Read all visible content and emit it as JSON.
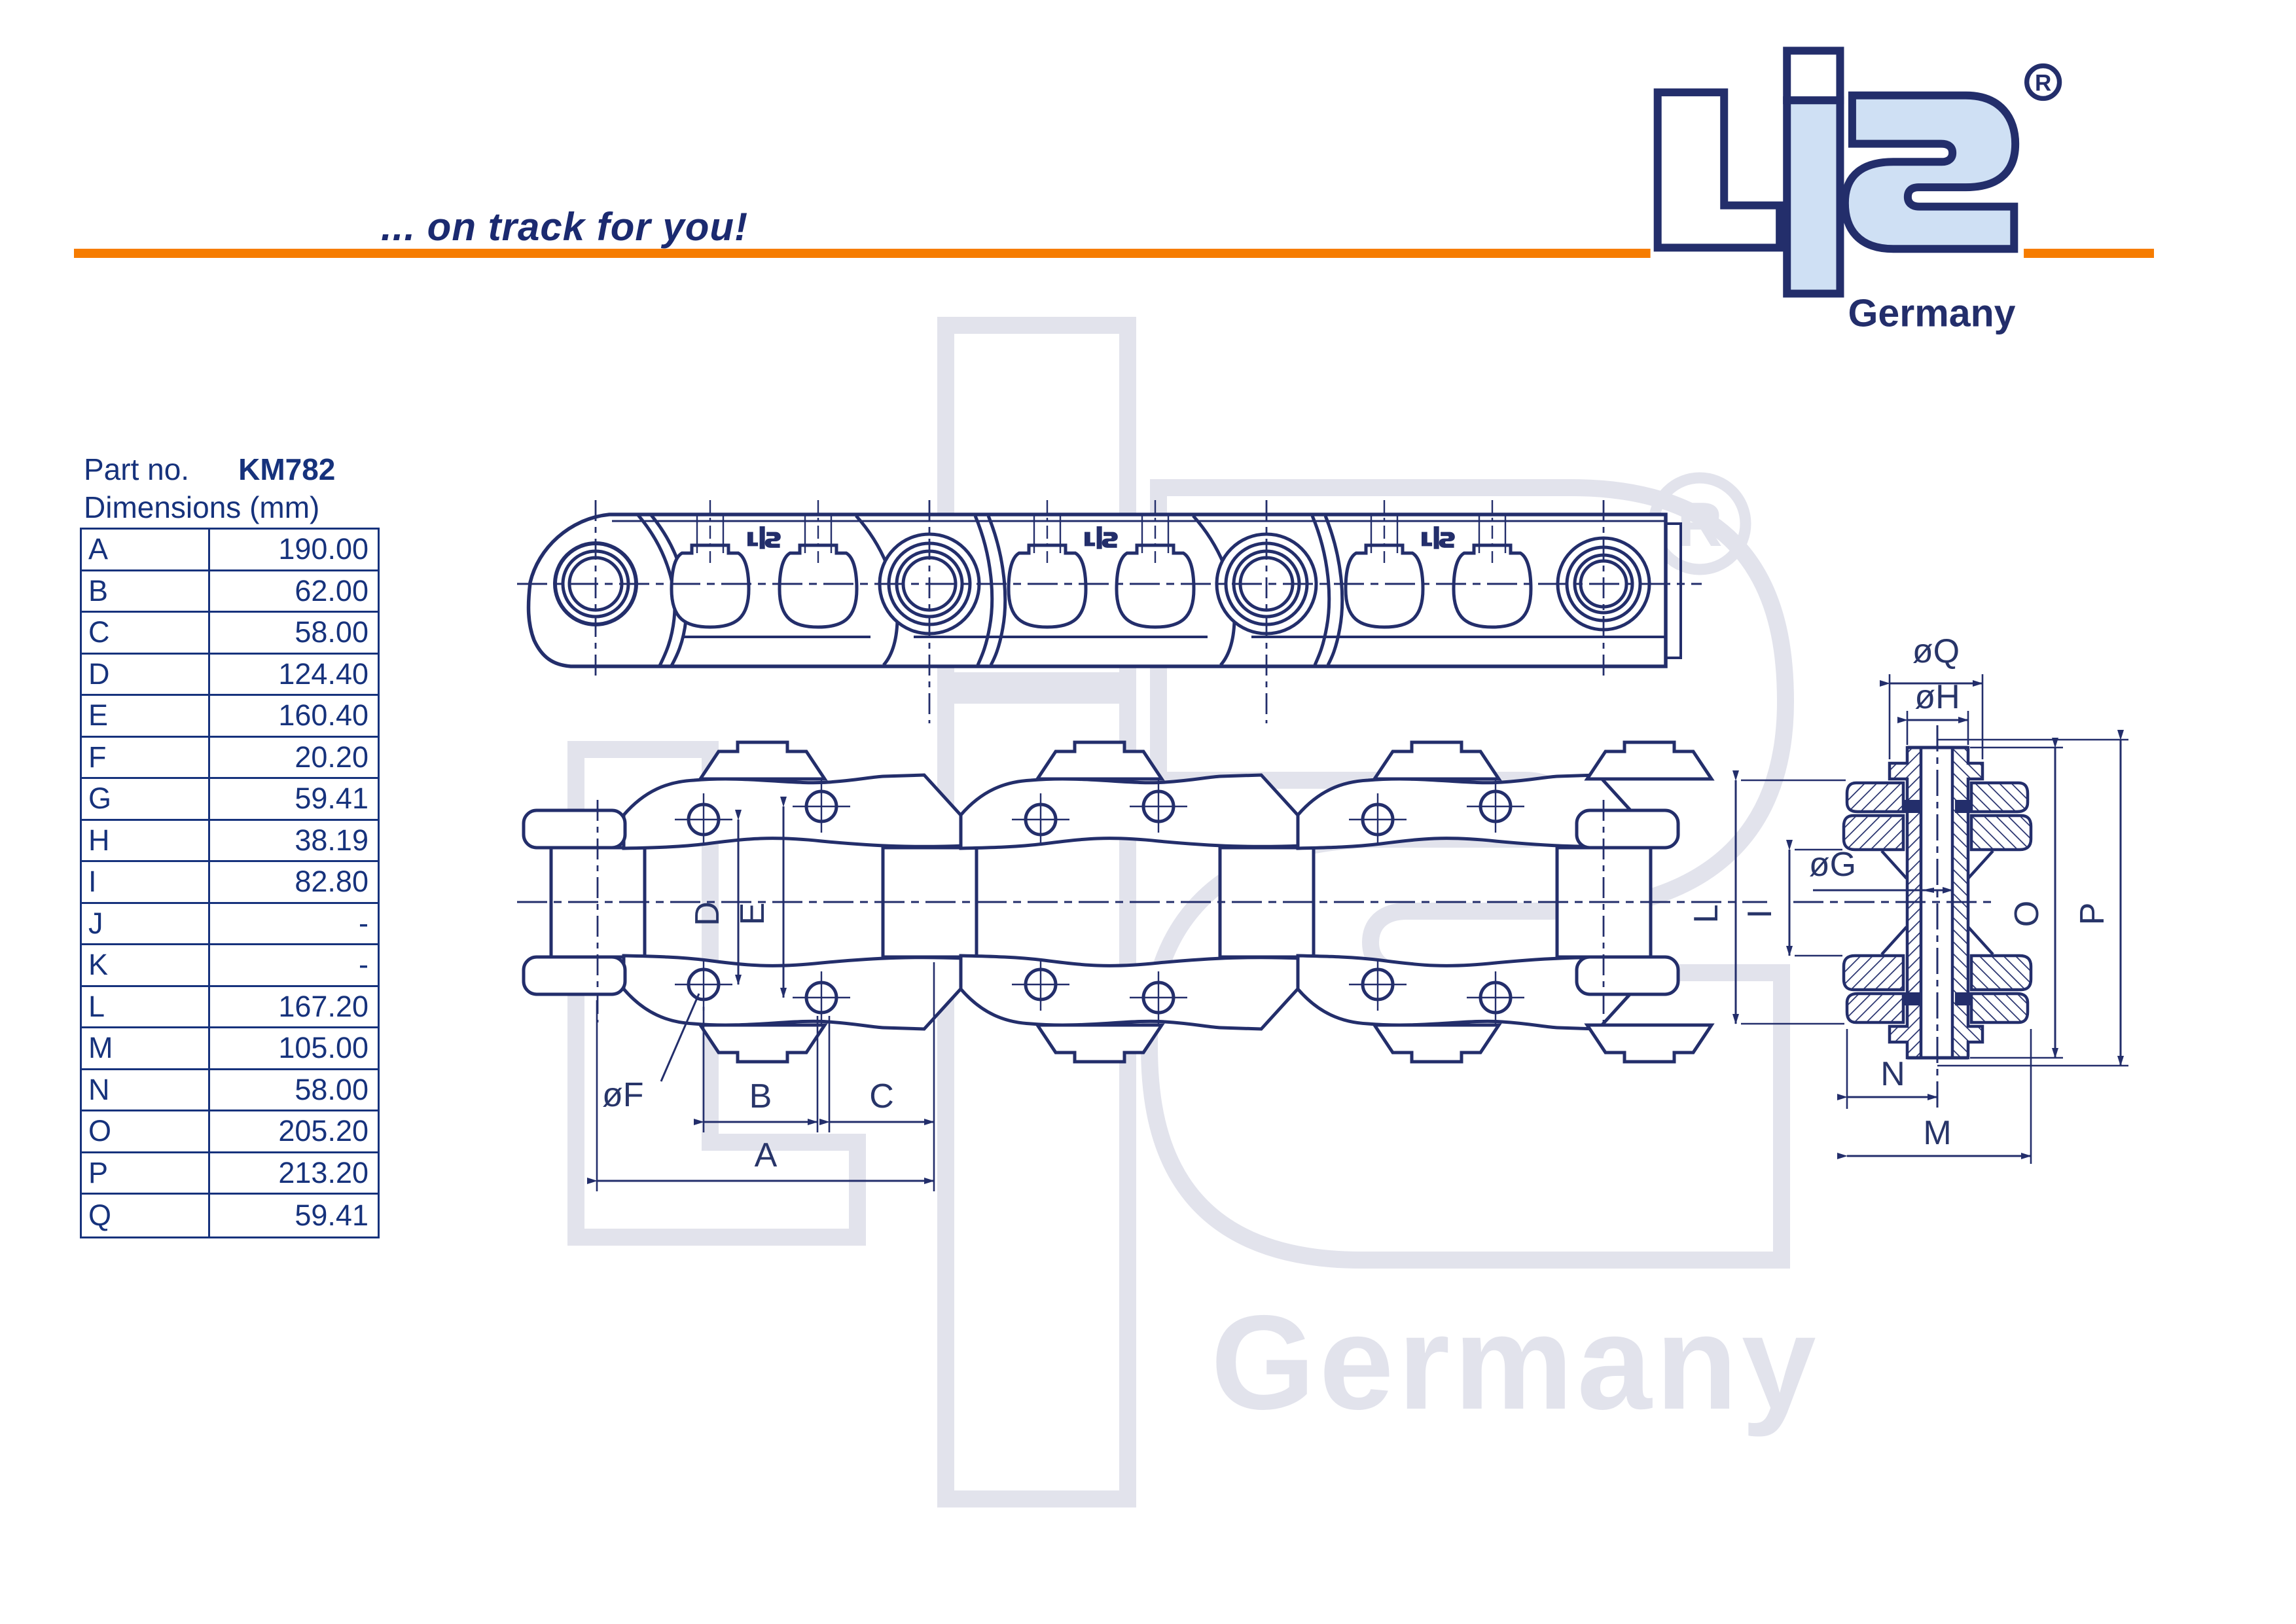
{
  "colors": {
    "navy": "#232e6b",
    "table_navy": "#16327c",
    "orange": "#f67c00",
    "light_blue": "#cfe0f4",
    "watermark": "#e2e3ec"
  },
  "header": {
    "tagline": "... on track for you!"
  },
  "brand": {
    "registered": "R",
    "country": "Germany"
  },
  "part": {
    "label": "Part no.",
    "number": "KM782",
    "dimensions_label": "Dimensions (mm)"
  },
  "dimensions_table": {
    "rows": [
      {
        "label": "A",
        "value": "190.00"
      },
      {
        "label": "B",
        "value": "62.00"
      },
      {
        "label": "C",
        "value": "58.00"
      },
      {
        "label": "D",
        "value": "124.40"
      },
      {
        "label": "E",
        "value": "160.40"
      },
      {
        "label": "F",
        "value": "20.20"
      },
      {
        "label": "G",
        "value": "59.41"
      },
      {
        "label": "H",
        "value": "38.19"
      },
      {
        "label": "I",
        "value": "82.80"
      },
      {
        "label": "J",
        "value": "-"
      },
      {
        "label": "K",
        "value": "-"
      },
      {
        "label": "L",
        "value": "167.20"
      },
      {
        "label": "M",
        "value": "105.00"
      },
      {
        "label": "N",
        "value": "58.00"
      },
      {
        "label": "O",
        "value": "205.20"
      },
      {
        "label": "P",
        "value": "213.20"
      },
      {
        "label": "Q",
        "value": "59.41"
      }
    ]
  },
  "drawing": {
    "labels": {
      "A": "A",
      "B": "B",
      "C": "C",
      "D": "D",
      "E": "E",
      "F": "øF",
      "G": "øG",
      "H": "øH",
      "Q": "øQ",
      "L": "L",
      "I": "I",
      "N": "N",
      "M": "M",
      "O": "O",
      "P": "P"
    },
    "watermark": {
      "registered": "R",
      "country": "Germany"
    }
  }
}
